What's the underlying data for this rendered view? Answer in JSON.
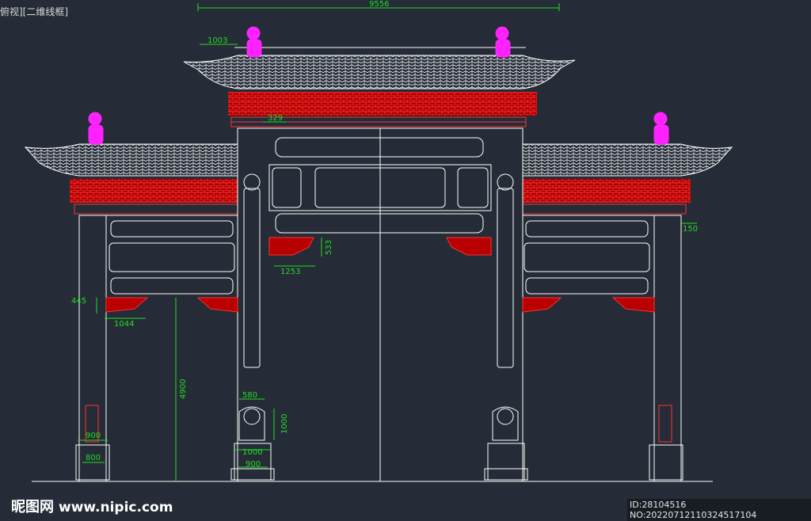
{
  "viewport": {
    "label": "俯视][二维线框]"
  },
  "dimensions": {
    "total_width": "9556",
    "roof_overhang": "1003",
    "bracket_height": "329",
    "beam_offset": "150",
    "bracket_length": "1253",
    "bracket_drop": "533",
    "side_bracket_height": "445",
    "side_bracket_length": "1044",
    "column_height": "4900",
    "lion_base_width": "580",
    "lion_height": "1000",
    "pedestal_top": "900",
    "pedestal_bottom": "800",
    "plinth_a": "1000",
    "plinth_b": "900"
  },
  "watermark": {
    "site": "昵图网",
    "url": "www.nipic.com",
    "id_text": "ID:28104516 NO:20220712110324517104"
  },
  "colors": {
    "background": "#252c37",
    "line": "#ffffff",
    "dimension": "#22dd22",
    "ornament": "#ff2020",
    "statue": "#ff22ff"
  }
}
